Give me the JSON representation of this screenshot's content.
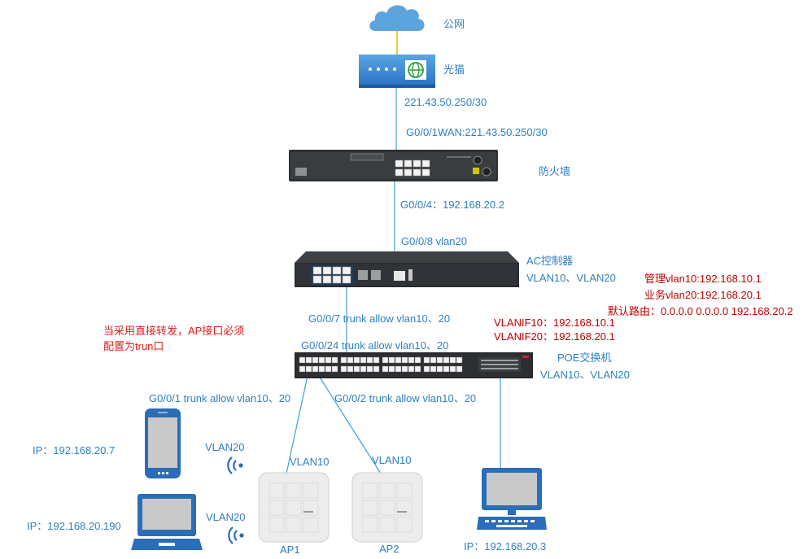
{
  "colors": {
    "label": "#2f7fc2",
    "red": "#e02020",
    "dark_red": "#c00000",
    "wire": "#3da0d8",
    "cloud": "#5ba4dd"
  },
  "nodes": {
    "internet": "公网",
    "modem": "光猫",
    "firewall": "防火墙",
    "ac_title": "AC控制器",
    "ac_vlans": "VLAN10、VLAN20",
    "poe_title": "POE交换机",
    "poe_vlans": "VLAN10、VLAN20",
    "ap1": "AP1",
    "ap2": "AP2"
  },
  "links": {
    "modem_ip": "221.43.50.250/30",
    "fw_wan": "G0/0/1WAN:221.43.50.250/30",
    "fw_g4": "G0/0/4：192.168.20.2",
    "ac_g8": "G0/0/8 vlan20",
    "ac_g7": "G0/0/7 trunk allow vlan10、20",
    "poe_g24": "G0/0/24 trunk allow vlan10、20",
    "ap1_port": "G0/0/1 trunk allow vlan10、20",
    "ap2_port": "G0/0/2 trunk allow vlan10、20"
  },
  "config": {
    "mgmt": "管理vlan10:192.168.10.1",
    "biz": "业务vlan20:192.168.20.1",
    "route": "默认路由：0.0.0.0 0.0.0.0 192.168.20.2",
    "vlanif10": "VLANIF10：192.168.10.1",
    "vlanif20": "VLANIF20：192.168.20.1"
  },
  "note": "当采用直接转发，AP接口必须\n配置为trun口",
  "clients": {
    "phone_ip": "IP：192.168.20.7",
    "laptop_ip": "IP：192.168.20.190",
    "pc_ip": "IP：192.168.20.3",
    "wifi1": "VLAN20",
    "wifi2": "VLAN20",
    "ap1_vlan": "VLAN10",
    "ap2_vlan": "VLAN10"
  }
}
